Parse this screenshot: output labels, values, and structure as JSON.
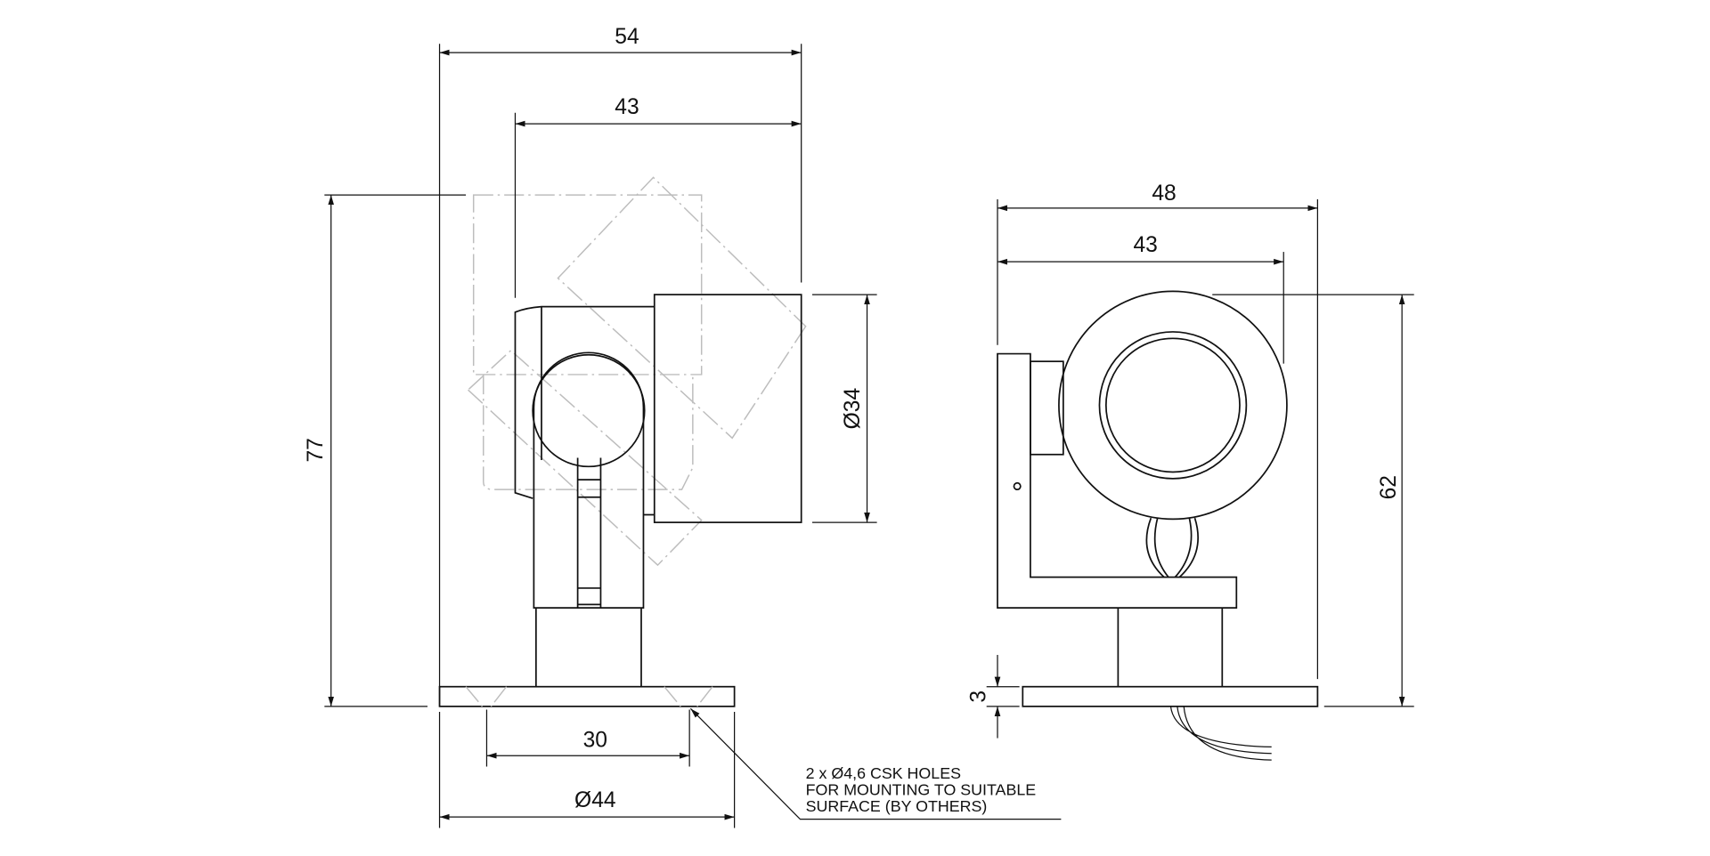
{
  "front_view": {
    "dims": {
      "overall_width": "54",
      "head_width": "43",
      "overall_height": "77",
      "head_diameter": "Ø34",
      "hole_spacing": "30",
      "base_diameter": "Ø44"
    },
    "note": [
      "2 x Ø4,6 CSK HOLES",
      "FOR MOUNTING TO SUITABLE",
      "SURFACE (BY OTHERS)"
    ]
  },
  "side_view": {
    "dims": {
      "overall_width": "48",
      "head_width": "43",
      "overall_height": "62",
      "base_thickness": "3"
    }
  },
  "colors": {
    "line": "#111111",
    "ghost": "#bdbdbd"
  }
}
